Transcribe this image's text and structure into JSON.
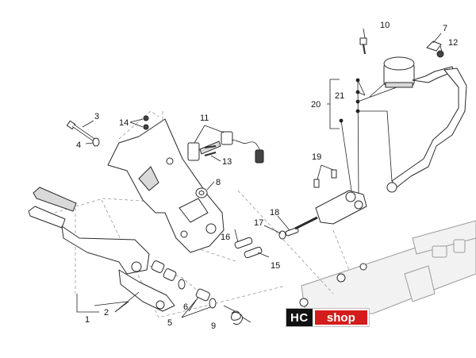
{
  "callouts": {
    "c1": "1",
    "c2": "2",
    "c3": "3",
    "c4": "4",
    "c5": "5",
    "c6": "6",
    "c7": "7",
    "c8": "8",
    "c9": "9",
    "c10": "10",
    "c11": "11",
    "c12": "12",
    "c13": "13",
    "c14": "14",
    "c15": "15",
    "c16": "16",
    "c17": "17",
    "c18": "18",
    "c19": "19",
    "c20": "20",
    "c21": "21"
  },
  "watermark": {
    "left": "HC",
    "right": "shop"
  },
  "colors": {
    "logo_red": "#d41c1c",
    "logo_black": "#111111"
  }
}
